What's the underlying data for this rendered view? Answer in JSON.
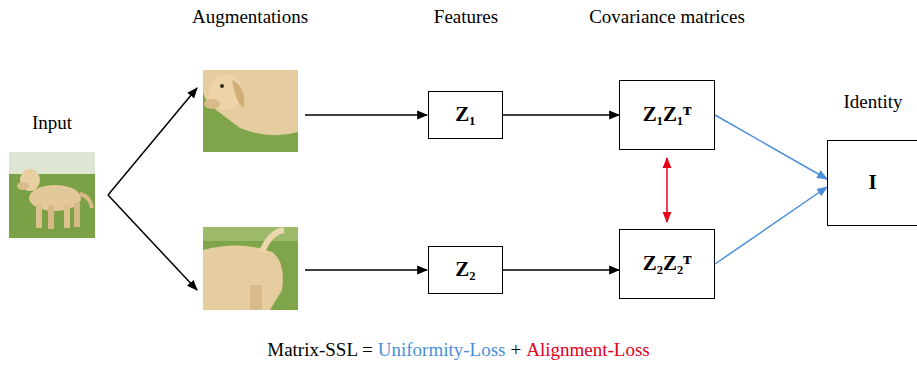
{
  "diagram": {
    "nodes": [
      {
        "text": [
          "Z₁"
        ]
      },
      {
        "text": [
          "Z₂"
        ]
      },
      {
        "text": [
          "Z₁Z₁ᵀ"
        ]
      },
      {
        "text": [
          "Z₂Z₂ᵀ"
        ]
      },
      {
        "text": [
          "Identity",
          "I"
        ]
      }
    ],
    "edges": [
      {
        "from": 0,
        "to": 2,
        "arrow": "to"
      },
      {
        "from": 1,
        "to": 3,
        "arrow": "to"
      },
      {
        "from": 2,
        "to": 3,
        "arrow": "both"
      },
      {
        "from": 2,
        "to": 4,
        "arrow": "to"
      },
      {
        "from": 3,
        "to": 4,
        "arrow": "to"
      }
    ],
    "labels": [
      "Augmentations",
      "Features",
      "Covariance matrices",
      "Input",
      "Matrix-SSL =",
      "Uniformity-Loss",
      "+",
      "Alignment-Loss"
    ]
  }
}
